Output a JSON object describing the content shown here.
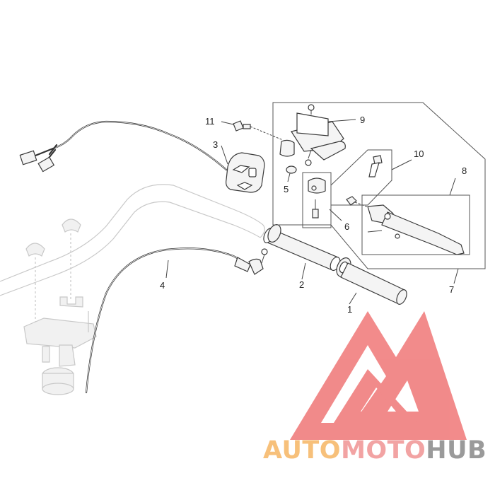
{
  "diagram": {
    "callouts": [
      {
        "id": "1",
        "label": "1"
      },
      {
        "id": "2",
        "label": "2"
      },
      {
        "id": "3",
        "label": "3"
      },
      {
        "id": "4",
        "label": "4"
      },
      {
        "id": "5",
        "label": "5"
      },
      {
        "id": "6",
        "label": "6"
      },
      {
        "id": "7",
        "label": "7"
      },
      {
        "id": "8",
        "label": "8"
      },
      {
        "id": "9",
        "label": "9"
      },
      {
        "id": "10",
        "label": "10"
      },
      {
        "id": "11",
        "label": "11"
      }
    ]
  },
  "watermark": {
    "word_part1": "AUTO",
    "word_part2": "MOTO",
    "word_part3": "HUB",
    "color_part1": "#f7c07a",
    "color_part2": "#f2a3a3",
    "color_part3": "#9a9a9a",
    "logo_color": "#ee6a6a"
  }
}
